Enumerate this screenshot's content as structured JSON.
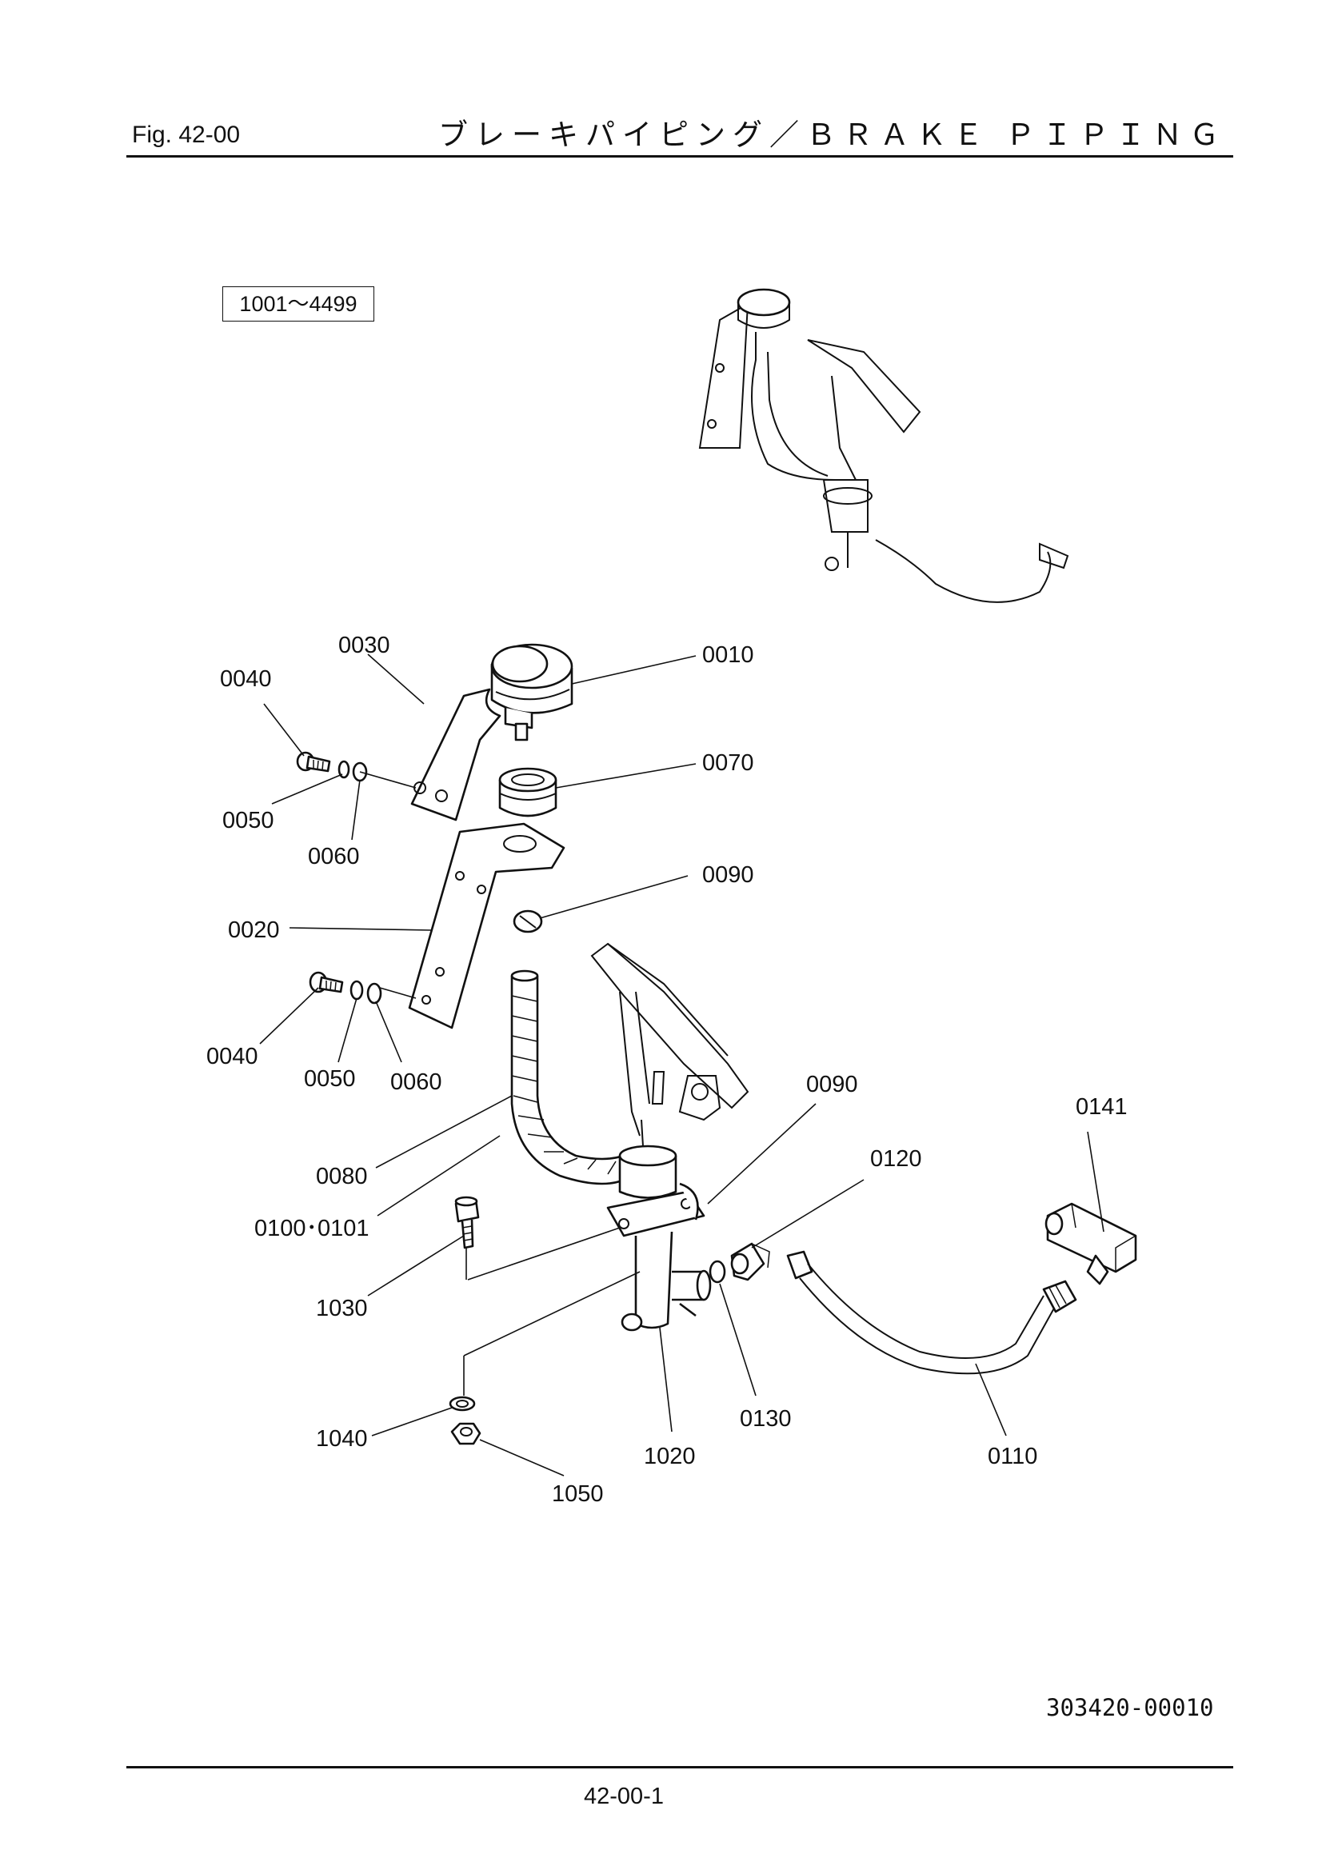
{
  "header": {
    "figure_number": "Fig.  42-00",
    "title": "ブレーキパイピング／ＢＲＡＫＥ ＰＩＰＩＮＧ"
  },
  "serial_range": "1001～4499",
  "callouts": [
    {
      "id": "c-0010",
      "text": "0010"
    },
    {
      "id": "c-0020",
      "text": "0020"
    },
    {
      "id": "c-0030",
      "text": "0030"
    },
    {
      "id": "c-0040a",
      "text": "0040"
    },
    {
      "id": "c-0040b",
      "text": "0040"
    },
    {
      "id": "c-0050a",
      "text": "0050"
    },
    {
      "id": "c-0050b",
      "text": "0050"
    },
    {
      "id": "c-0060a",
      "text": "0060"
    },
    {
      "id": "c-0060b",
      "text": "0060"
    },
    {
      "id": "c-0070",
      "text": "0070"
    },
    {
      "id": "c-0080",
      "text": "0080"
    },
    {
      "id": "c-0090a",
      "text": "0090"
    },
    {
      "id": "c-0090b",
      "text": "0090"
    },
    {
      "id": "c-0100",
      "text": "0100･0101"
    },
    {
      "id": "c-0110",
      "text": "0110"
    },
    {
      "id": "c-0120",
      "text": "0120"
    },
    {
      "id": "c-0130",
      "text": "0130"
    },
    {
      "id": "c-0141",
      "text": "0141"
    },
    {
      "id": "c-1020",
      "text": "1020"
    },
    {
      "id": "c-1030",
      "text": "1030"
    },
    {
      "id": "c-1040",
      "text": "1040"
    },
    {
      "id": "c-1050",
      "text": "1050"
    }
  ],
  "footer": {
    "drawing_number": "303420-00010",
    "page_number": "42-00-1"
  }
}
